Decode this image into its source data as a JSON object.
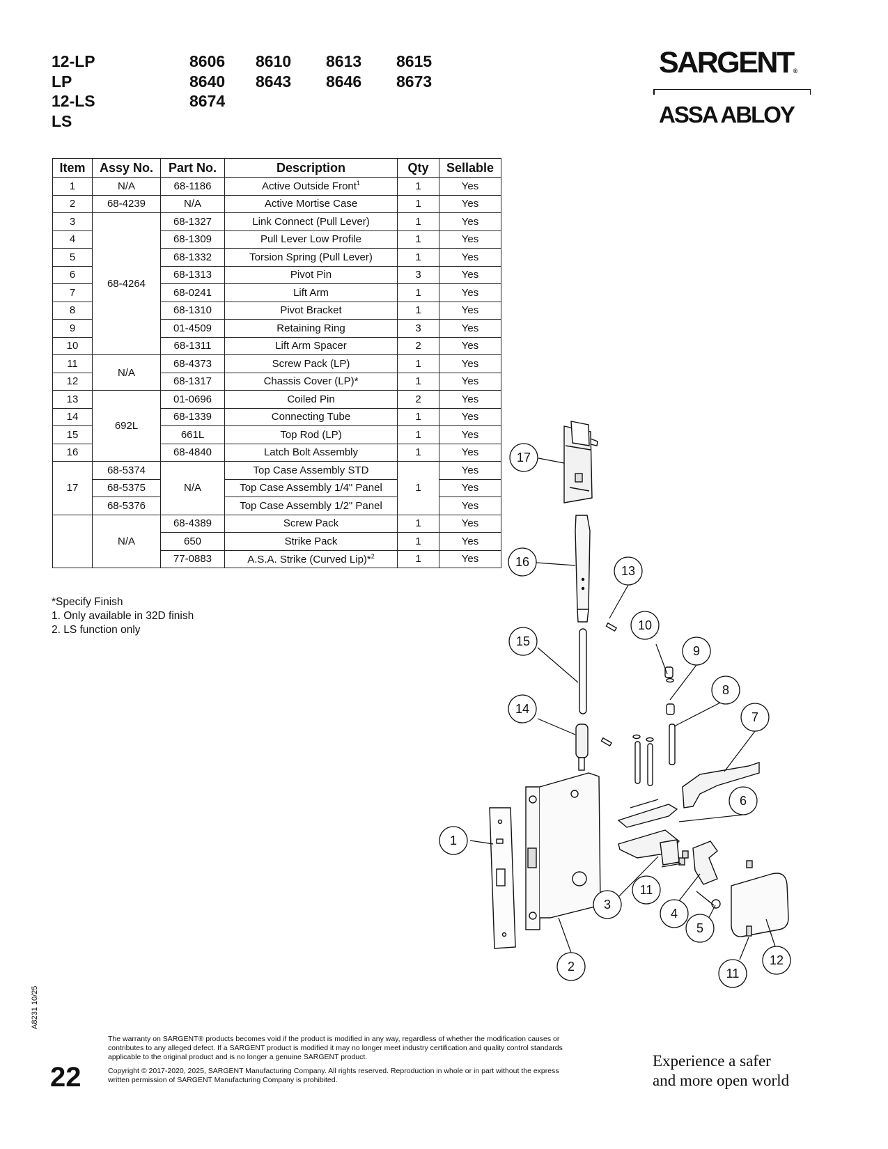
{
  "models": {
    "functions": [
      "12-LP",
      "LP",
      "12-LS",
      "LS"
    ],
    "numbers": [
      [
        "8606",
        "8640",
        "8674"
      ],
      [
        "8610",
        "8643"
      ],
      [
        "8613",
        "8646"
      ],
      [
        "8615",
        "8673"
      ]
    ]
  },
  "brand": {
    "name": "SARGENT",
    "parent": "ASSA ABLOY",
    "reg": "®"
  },
  "table": {
    "headers": [
      "Item",
      "Assy No.",
      "Part No.",
      "Description",
      "Qty",
      "Sellable"
    ]
  },
  "notes": [
    "*Specify Finish",
    "1. Only available in 32D finish",
    "2. LS function only"
  ],
  "footer": {
    "side_code": "A8231  10/25",
    "page_number": "22",
    "warranty": "The warranty on SARGENT® products becomes void if the product is modified in any way, regardless of whether the modification causes or contributes to any alleged defect. If a SARGENT product is modified it may no longer meet industry certification and quality control standards applicable to the original product and is no longer a genuine SARGENT product.",
    "copyright": "Copyright © 2017-2020, 2025, SARGENT Manufacturing Company. All rights reserved. Reproduction in whole or in part without the express written permission of SARGENT Manufacturing Company is prohibited.",
    "tagline_1": "Experience a safer",
    "tagline_2": "and more open world"
  },
  "callouts": [
    "1",
    "2",
    "3",
    "4",
    "5",
    "6",
    "7",
    "8",
    "9",
    "10",
    "11",
    "11",
    "12",
    "13",
    "14",
    "15",
    "16",
    "17"
  ]
}
